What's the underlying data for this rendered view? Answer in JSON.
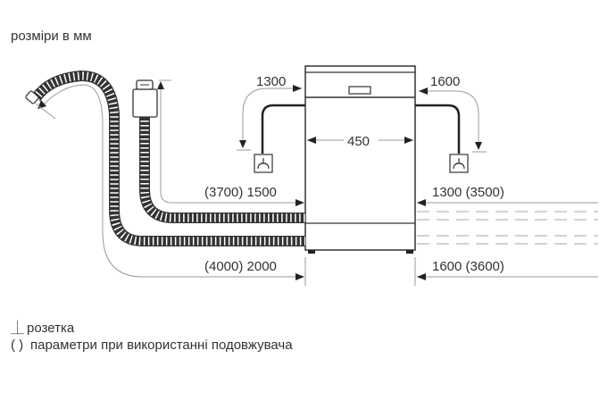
{
  "title": "розміри в мм",
  "dimensions": {
    "width": "450",
    "power_left": "1300",
    "power_right": "1600",
    "inlet_left": "(3700) 1500",
    "drain_left": "(4000) 2000",
    "inlet_right": "1300 (3500)",
    "drain_right": "1600 (3600)"
  },
  "legend": {
    "socket_symbol": "⏊",
    "socket_label": "розетка",
    "extension_symbol": "( )",
    "extension_label": "параметри при використанні подовжувача"
  },
  "colors": {
    "line": "#333333",
    "dim_line": "#9a9a9a",
    "dashed": "#b8b8b8"
  }
}
